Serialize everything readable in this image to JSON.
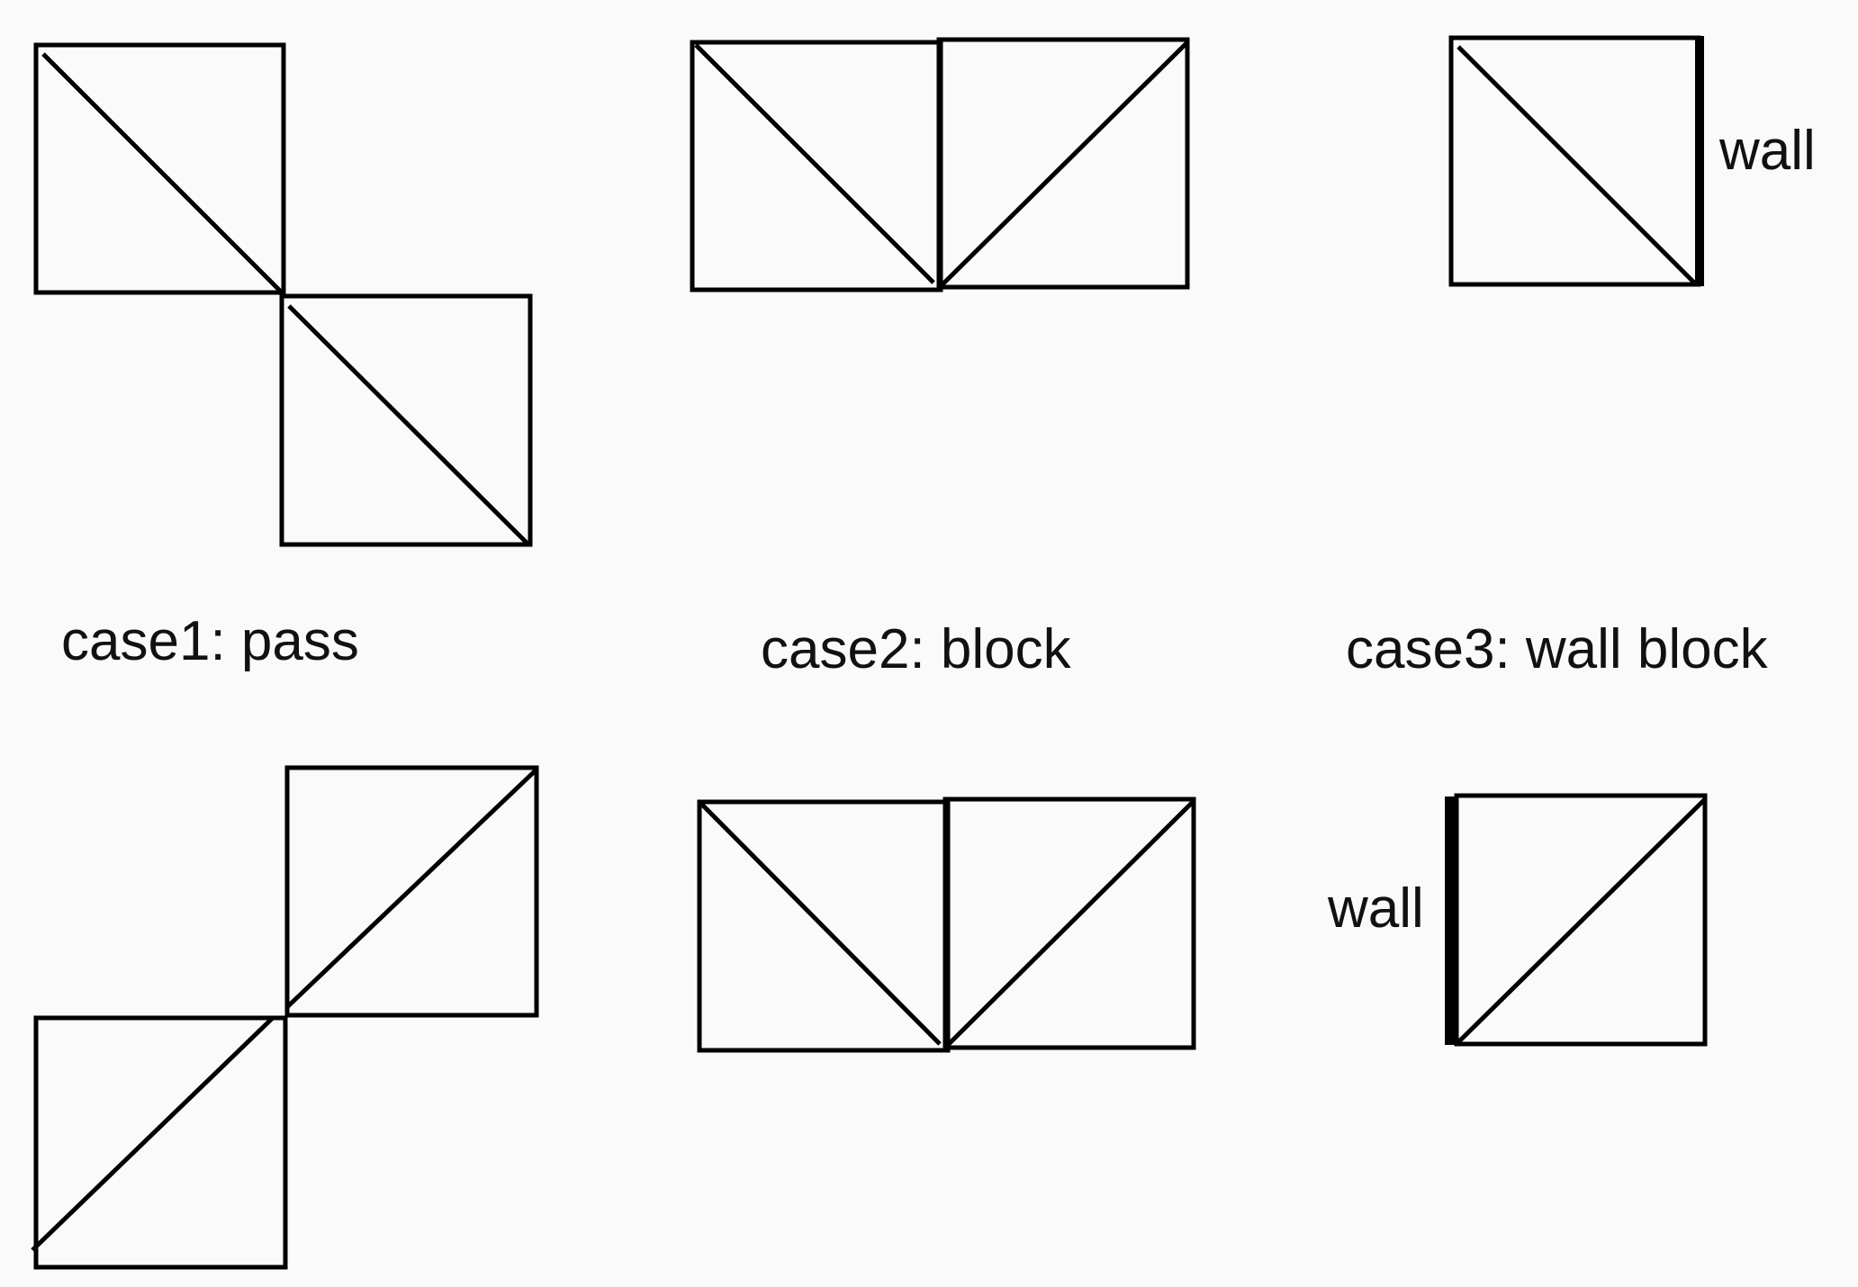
{
  "labels": {
    "case1": "case1: pass",
    "case2": "case2: block",
    "case3": "case3: wall block",
    "wall_top": "wall",
    "wall_bottom": "wall"
  },
  "colors": {
    "background": "#fafafa",
    "stroke": "#000000"
  }
}
